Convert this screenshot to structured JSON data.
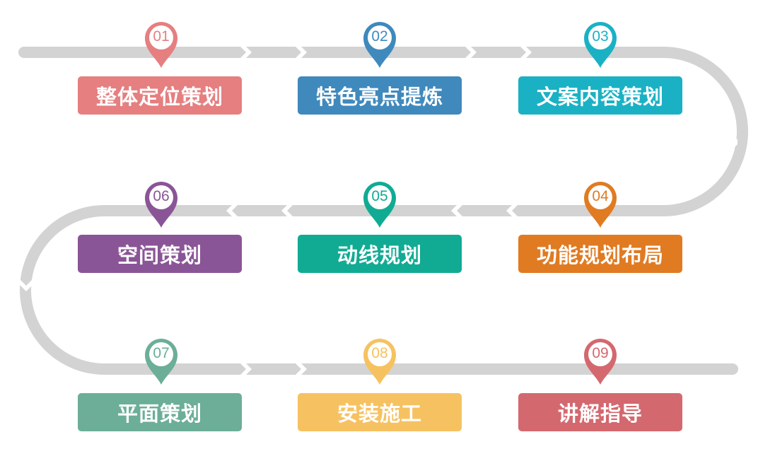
{
  "steps": [
    {
      "number": "01",
      "label": "整体定位策划",
      "color": "#e57f80"
    },
    {
      "number": "02",
      "label": "特色亮点提炼",
      "color": "#3f89bd"
    },
    {
      "number": "03",
      "label": "文案内容策划",
      "color": "#1bb1c4"
    },
    {
      "number": "04",
      "label": "功能规划布局",
      "color": "#e07b22"
    },
    {
      "number": "05",
      "label": "动线规划",
      "color": "#11ab94"
    },
    {
      "number": "06",
      "label": "空间策划",
      "color": "#8a5596"
    },
    {
      "number": "07",
      "label": "平面策划",
      "color": "#6cae97"
    },
    {
      "number": "08",
      "label": "安装施工",
      "color": "#f6c261"
    },
    {
      "number": "09",
      "label": "讲解指导",
      "color": "#d4686f"
    }
  ],
  "track_color": "#d3d3d3"
}
